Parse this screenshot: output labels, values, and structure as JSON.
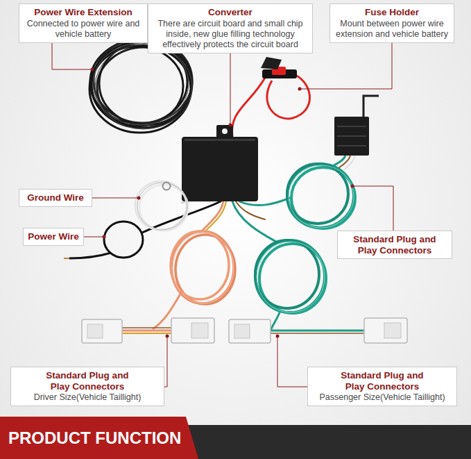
{
  "diagram": {
    "nodes": [
      {
        "text": [
          "Power Wire Extension",
          "Connected to power wire and vehicle battery"
        ]
      },
      {
        "text": [
          "Converter",
          "There are circuit board and small chip inside, new glue filling technology effectively protects the circuit board"
        ]
      },
      {
        "text": [
          "Fuse Holder",
          "Mount between power wire extension and vehicle battery"
        ]
      },
      {
        "text": [
          "Ground Wire"
        ]
      },
      {
        "text": [
          "Power Wire"
        ]
      },
      {
        "text": [
          "Standard Plug and Play Connectors"
        ]
      },
      {
        "text": [
          "Standard Plug and Play Connectors",
          "Driver Size(Vehicle Taillight)"
        ]
      },
      {
        "text": [
          "Standard Plug and Play Connectors",
          "Passenger Size(Vehicle Taillight)"
        ]
      },
      {
        "text": [
          "PRODUCT FUNCTION"
        ]
      }
    ]
  }
}
